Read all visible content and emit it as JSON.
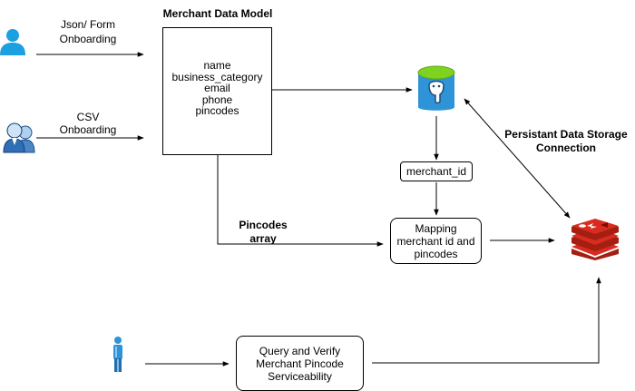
{
  "diagram": {
    "inputs": {
      "json_form": {
        "line1": "Json/ Form",
        "line2": "Onboarding",
        "icon": "user-icon"
      },
      "csv": {
        "line1": "CSV",
        "line2": "Onboarding",
        "icon": "users-group-icon"
      },
      "query_user": {
        "icon": "person-icon"
      }
    },
    "merchant_model": {
      "title": "Merchant Data Model",
      "fields": [
        "name",
        "business_category",
        "email",
        "phone",
        "pincodes"
      ]
    },
    "postgres": {
      "icon": "postgresql-database-icon"
    },
    "merchant_id": {
      "label": "merchant_id"
    },
    "pincodes_array": {
      "line1": "Pincodes",
      "line2": "array"
    },
    "mapping": {
      "label": "Mapping\nmerchant id and\npincodes"
    },
    "query_box": {
      "label": "Query and Verify\nMerchant Pincode\nServiceability"
    },
    "redis": {
      "icon": "redis-icon"
    },
    "persistent": {
      "line1": "Persistant Data Storage",
      "line2": "Connection"
    },
    "colors": {
      "user_blue": "#1BA1E2",
      "db_green": "#7ED321",
      "db_blue": "#2F93D8",
      "redis_red": "#D82C20",
      "line": "#000000"
    }
  }
}
